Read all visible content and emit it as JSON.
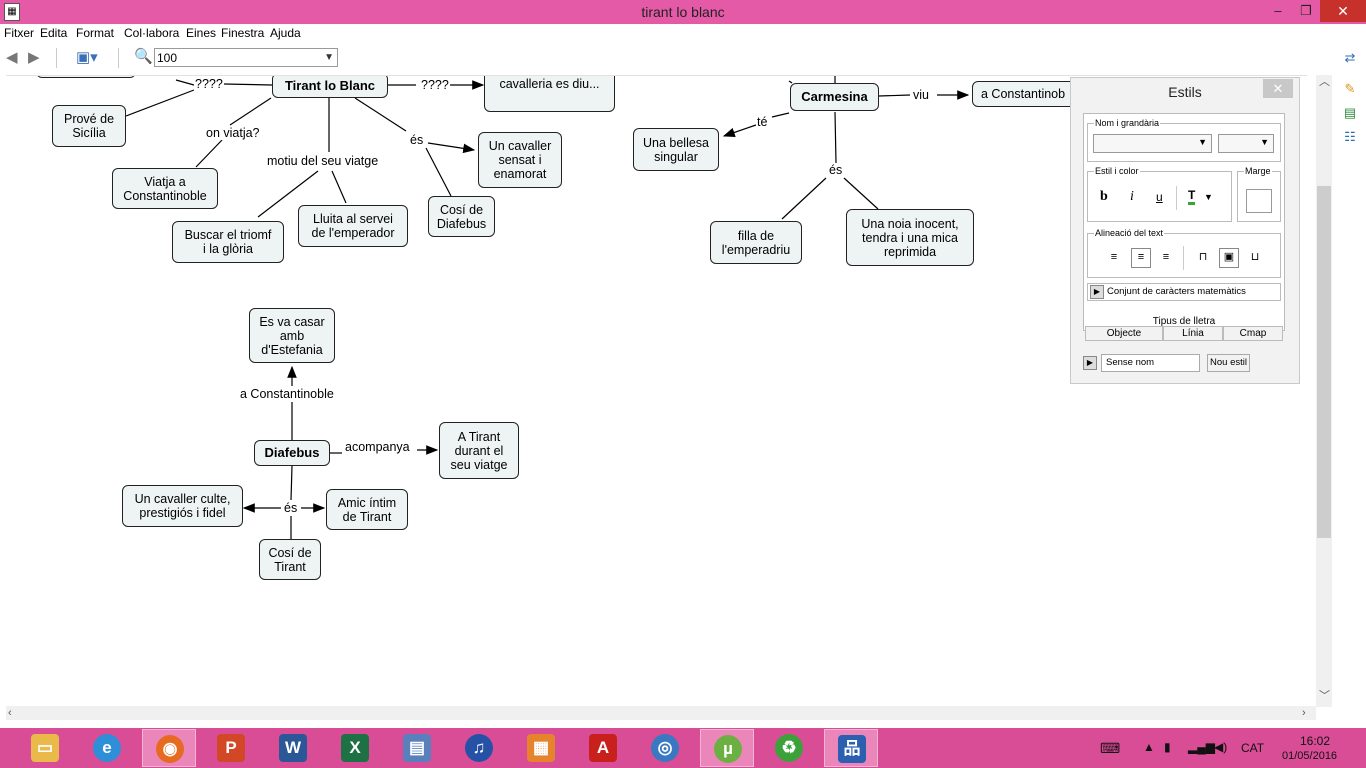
{
  "window": {
    "title": "tirant lo blanc",
    "minimize": "–",
    "restore": "❐",
    "close": "✕"
  },
  "menu": [
    "Fitxer",
    "Edita",
    "Format",
    "Col·labora",
    "Eines",
    "Finestra",
    "Ajuda"
  ],
  "toolbar": {
    "zoom_value": "100"
  },
  "concepts": [
    {
      "id": "c_top_left",
      "label": ""
    },
    {
      "id": "c_tirant",
      "label": "Tirant lo Blanc",
      "bold": true
    },
    {
      "id": "c_cavalleria",
      "label": "cavalleria es diu..."
    },
    {
      "id": "c_sicilia",
      "label": "Prové de\nSicília"
    },
    {
      "id": "c_viatja",
      "label": "Viatja a\nConstantinoble"
    },
    {
      "id": "c_cavaller_sensat",
      "label": "Un cavaller\nsensat i\nenamorat"
    },
    {
      "id": "c_buscar",
      "label": "Buscar el triomf\ni la glòria"
    },
    {
      "id": "c_lluita",
      "label": "Lluita al servei\nde l'emperador"
    },
    {
      "id": "c_cosi_diafebus",
      "label": "Cosí de\nDiafebus"
    },
    {
      "id": "c_carmesina",
      "label": "Carmesina",
      "bold": true
    },
    {
      "id": "c_constantinob",
      "label": "a Constantinob"
    },
    {
      "id": "c_bellesa",
      "label": "Una bellesa\nsingular"
    },
    {
      "id": "c_filla",
      "label": "filla de\nl'emperadriu"
    },
    {
      "id": "c_noia",
      "label": "Una noia inocent,\ntendra i  una mica\nreprimida"
    },
    {
      "id": "c_casar",
      "label": "Es va casar\namb\nd'Estefania"
    },
    {
      "id": "c_diafebus",
      "label": "Diafebus",
      "bold": true
    },
    {
      "id": "c_atirant",
      "label": "A Tirant\ndurant el\nseu viatge"
    },
    {
      "id": "c_culte",
      "label": "Un cavaller culte,\nprestigiós i fidel"
    },
    {
      "id": "c_amic",
      "label": "Amic íntim\nde Tirant"
    },
    {
      "id": "c_cosi_tirant",
      "label": "Cosí de\nTirant"
    }
  ],
  "link_labels": [
    {
      "id": "l1",
      "label": "????"
    },
    {
      "id": "l2",
      "label": "????"
    },
    {
      "id": "l3",
      "label": "on viatja?"
    },
    {
      "id": "l4",
      "label": "motiu del seu viatge"
    },
    {
      "id": "l5",
      "label": "és"
    },
    {
      "id": "l6",
      "label": "viu"
    },
    {
      "id": "l7",
      "label": "té"
    },
    {
      "id": "l8",
      "label": "és"
    },
    {
      "id": "l9",
      "label": "a Constantinoble"
    },
    {
      "id": "l10",
      "label": "acompanya"
    },
    {
      "id": "l11",
      "label": "és"
    }
  ],
  "estils": {
    "title": "Estils",
    "close": "✕",
    "nom_grandaria": "Nom i grandària",
    "estil_color": "Estil i color",
    "marge": "Marge",
    "bold": "b",
    "italic": "i",
    "underline": "u",
    "text_color": "T",
    "alineacio": "Alineació del text",
    "conjunt": "Conjunt de caràcters matemàtics",
    "tipus_lletra": "Tipus de lletra",
    "tabs": [
      "Objecte",
      "Línia",
      "Cmap"
    ],
    "style_name": "Sense nom",
    "new_style": "Nou estil"
  },
  "taskbar": {
    "apps": [
      {
        "name": "file-explorer",
        "icon": "folder-icon",
        "color": "#e9b949"
      },
      {
        "name": "internet-explorer",
        "icon": "ie-icon",
        "color": "#2e8fd8"
      },
      {
        "name": "firefox",
        "icon": "firefox-icon",
        "color": "#e66a1f"
      },
      {
        "name": "powerpoint",
        "icon": "powerpoint-icon",
        "color": "#d24726"
      },
      {
        "name": "word",
        "icon": "word-icon",
        "color": "#2b5797"
      },
      {
        "name": "excel",
        "icon": "excel-icon",
        "color": "#1e7145"
      },
      {
        "name": "movie-maker",
        "icon": "film-icon",
        "color": "#5a7fbd"
      },
      {
        "name": "audacity",
        "icon": "headphones-icon",
        "color": "#2552a6"
      },
      {
        "name": "paint",
        "icon": "paint-icon",
        "color": "#e6842e"
      },
      {
        "name": "acrobat",
        "icon": "pdf-icon",
        "color": "#c8201d"
      },
      {
        "name": "media-player",
        "icon": "disc-icon",
        "color": "#3a78c2"
      },
      {
        "name": "utorrent",
        "icon": "utorrent-icon",
        "color": "#6cb043"
      },
      {
        "name": "green-app",
        "icon": "recycle-icon",
        "color": "#3da13a"
      },
      {
        "name": "cmaptools",
        "icon": "cmap-icon",
        "color": "#2c5fb0"
      }
    ],
    "language": "CAT",
    "time": "16:02",
    "date": "01/05/2016"
  }
}
